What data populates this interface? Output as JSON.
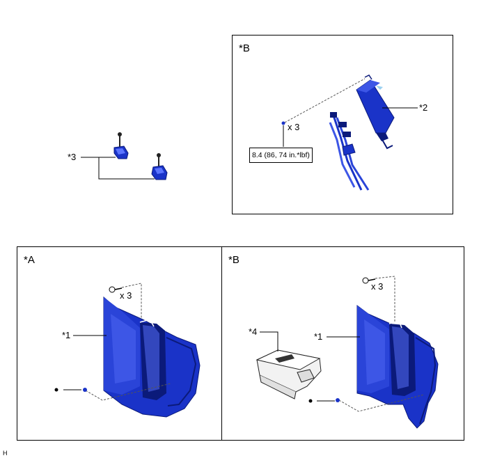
{
  "panels": {
    "top_right": {
      "tag": "*B",
      "count": "x 3",
      "torque": "8.4 (86, 74 in.*lbf)",
      "callout": "*2"
    },
    "bottom_left": {
      "tag": "*A",
      "count": "x 3",
      "callout": "*1"
    },
    "bottom_right": {
      "tag": "*B",
      "count": "x 3",
      "callout_body": "*1",
      "callout_cover": "*4"
    }
  },
  "brackets": {
    "callout": "*3"
  },
  "footer": {
    "code": "H"
  },
  "colors": {
    "part_blue": "#1a33c8",
    "part_dark": "#0b1a7a",
    "line": "#000000"
  }
}
